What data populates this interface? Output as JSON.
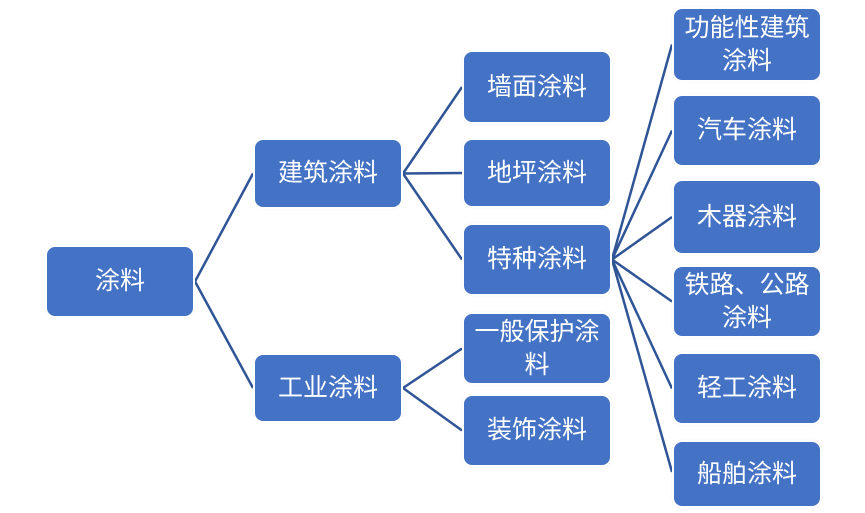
{
  "diagram": {
    "type": "tree",
    "orientation": "left-to-right",
    "colors": {
      "node_fill": "#4472C4",
      "node_border": "#FFFFFF",
      "node_text": "#FFFFFF",
      "connector_line": "#2F5597",
      "background": "#FFFFFF"
    },
    "nodes": {
      "root": {
        "label": "涂料"
      },
      "arch": {
        "label": "建筑涂料"
      },
      "industrial": {
        "label": "工业涂料"
      },
      "wall": {
        "label": "墙面涂料"
      },
      "floor": {
        "label": "地坪涂料"
      },
      "special": {
        "label": "特种涂料"
      },
      "general_protective": {
        "label": "一般保护涂\n料"
      },
      "decorative": {
        "label": "装饰涂料"
      },
      "functional_building": {
        "label": "功能性建筑\n涂料"
      },
      "automotive": {
        "label": "汽车涂料"
      },
      "wood": {
        "label": "木器涂料"
      },
      "rail_road": {
        "label": "铁路、公路\n涂料"
      },
      "light_industry": {
        "label": "轻工涂料"
      },
      "marine": {
        "label": "船舶涂料"
      }
    },
    "edges": [
      {
        "from": "root",
        "to": "arch"
      },
      {
        "from": "root",
        "to": "industrial"
      },
      {
        "from": "arch",
        "to": "wall"
      },
      {
        "from": "arch",
        "to": "floor"
      },
      {
        "from": "arch",
        "to": "special"
      },
      {
        "from": "industrial",
        "to": "general_protective"
      },
      {
        "from": "industrial",
        "to": "decorative"
      },
      {
        "from": "special",
        "to": "functional_building"
      },
      {
        "from": "special",
        "to": "automotive"
      },
      {
        "from": "special",
        "to": "wood"
      },
      {
        "from": "special",
        "to": "rail_road"
      },
      {
        "from": "special",
        "to": "light_industry"
      },
      {
        "from": "special",
        "to": "marine"
      }
    ]
  }
}
